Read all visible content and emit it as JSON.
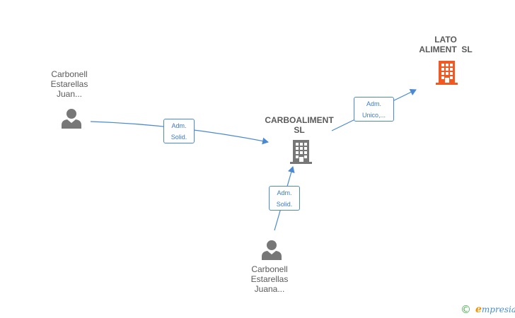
{
  "colors": {
    "edge": "#4a89d4",
    "person_icon": "#777777",
    "company_icon": "#777777",
    "target_company_icon": "#f05a22",
    "label_text": "#5a5a5a"
  },
  "nodes": {
    "person_1": {
      "lines": [
        "Carbonell",
        "Estarellas",
        "Juan..."
      ],
      "icon": "person-icon"
    },
    "person_2": {
      "lines": [
        "Carbonell",
        "Estarellas",
        "Juana..."
      ],
      "icon": "person-icon"
    },
    "company_1": {
      "lines": [
        "CARBOALIMENT",
        "SL"
      ],
      "icon": "building-icon"
    },
    "company_2": {
      "lines": [
        "LATO",
        "ALIMENT  SL"
      ],
      "icon": "building-icon"
    }
  },
  "relations": [
    {
      "lines": [
        "Adm.",
        "Solid."
      ]
    },
    {
      "lines": [
        "Adm.",
        "Solid."
      ]
    },
    {
      "lines": [
        "Adm.",
        "Unico,..."
      ]
    }
  ],
  "footer": {
    "copyright_symbol": "©",
    "brand_initial": "e",
    "brand_rest": "mpresia"
  }
}
